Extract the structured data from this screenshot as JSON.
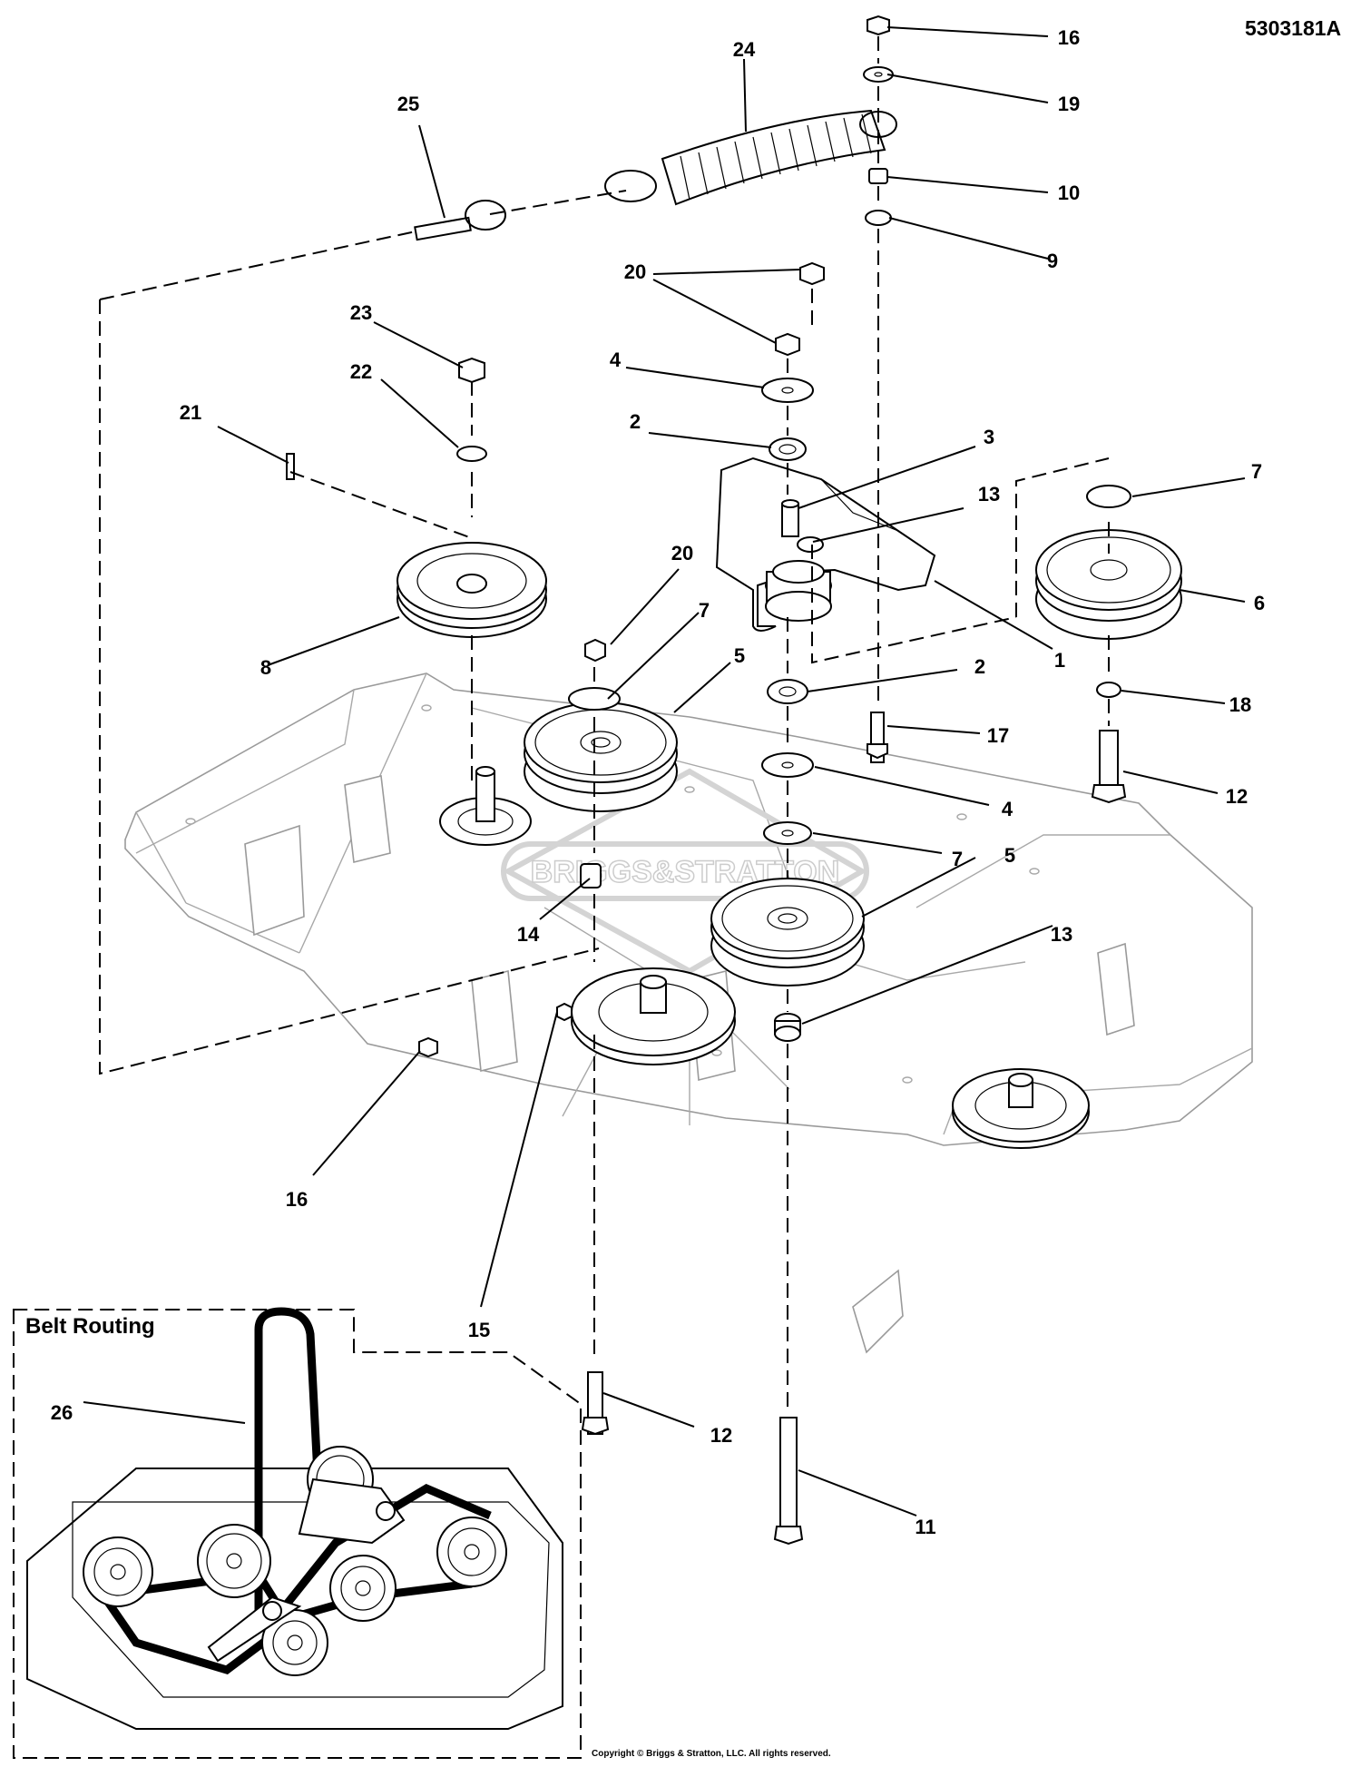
{
  "document_id": "5303181A",
  "inset_title": "Belt Routing",
  "watermark": "BRIGGS&STRATTON",
  "copyright": "Copyright © Briggs & Stratton, LLC. All rights reserved.",
  "callouts": [
    "16",
    "19",
    "24",
    "25",
    "10",
    "9",
    "20",
    "23",
    "4",
    "22",
    "21",
    "2",
    "3",
    "13",
    "7",
    "1",
    "6",
    "8",
    "20",
    "7",
    "5",
    "2",
    "18",
    "17",
    "12",
    "4",
    "7",
    "14",
    "5",
    "13",
    "16",
    "15",
    "12",
    "11",
    "26"
  ]
}
